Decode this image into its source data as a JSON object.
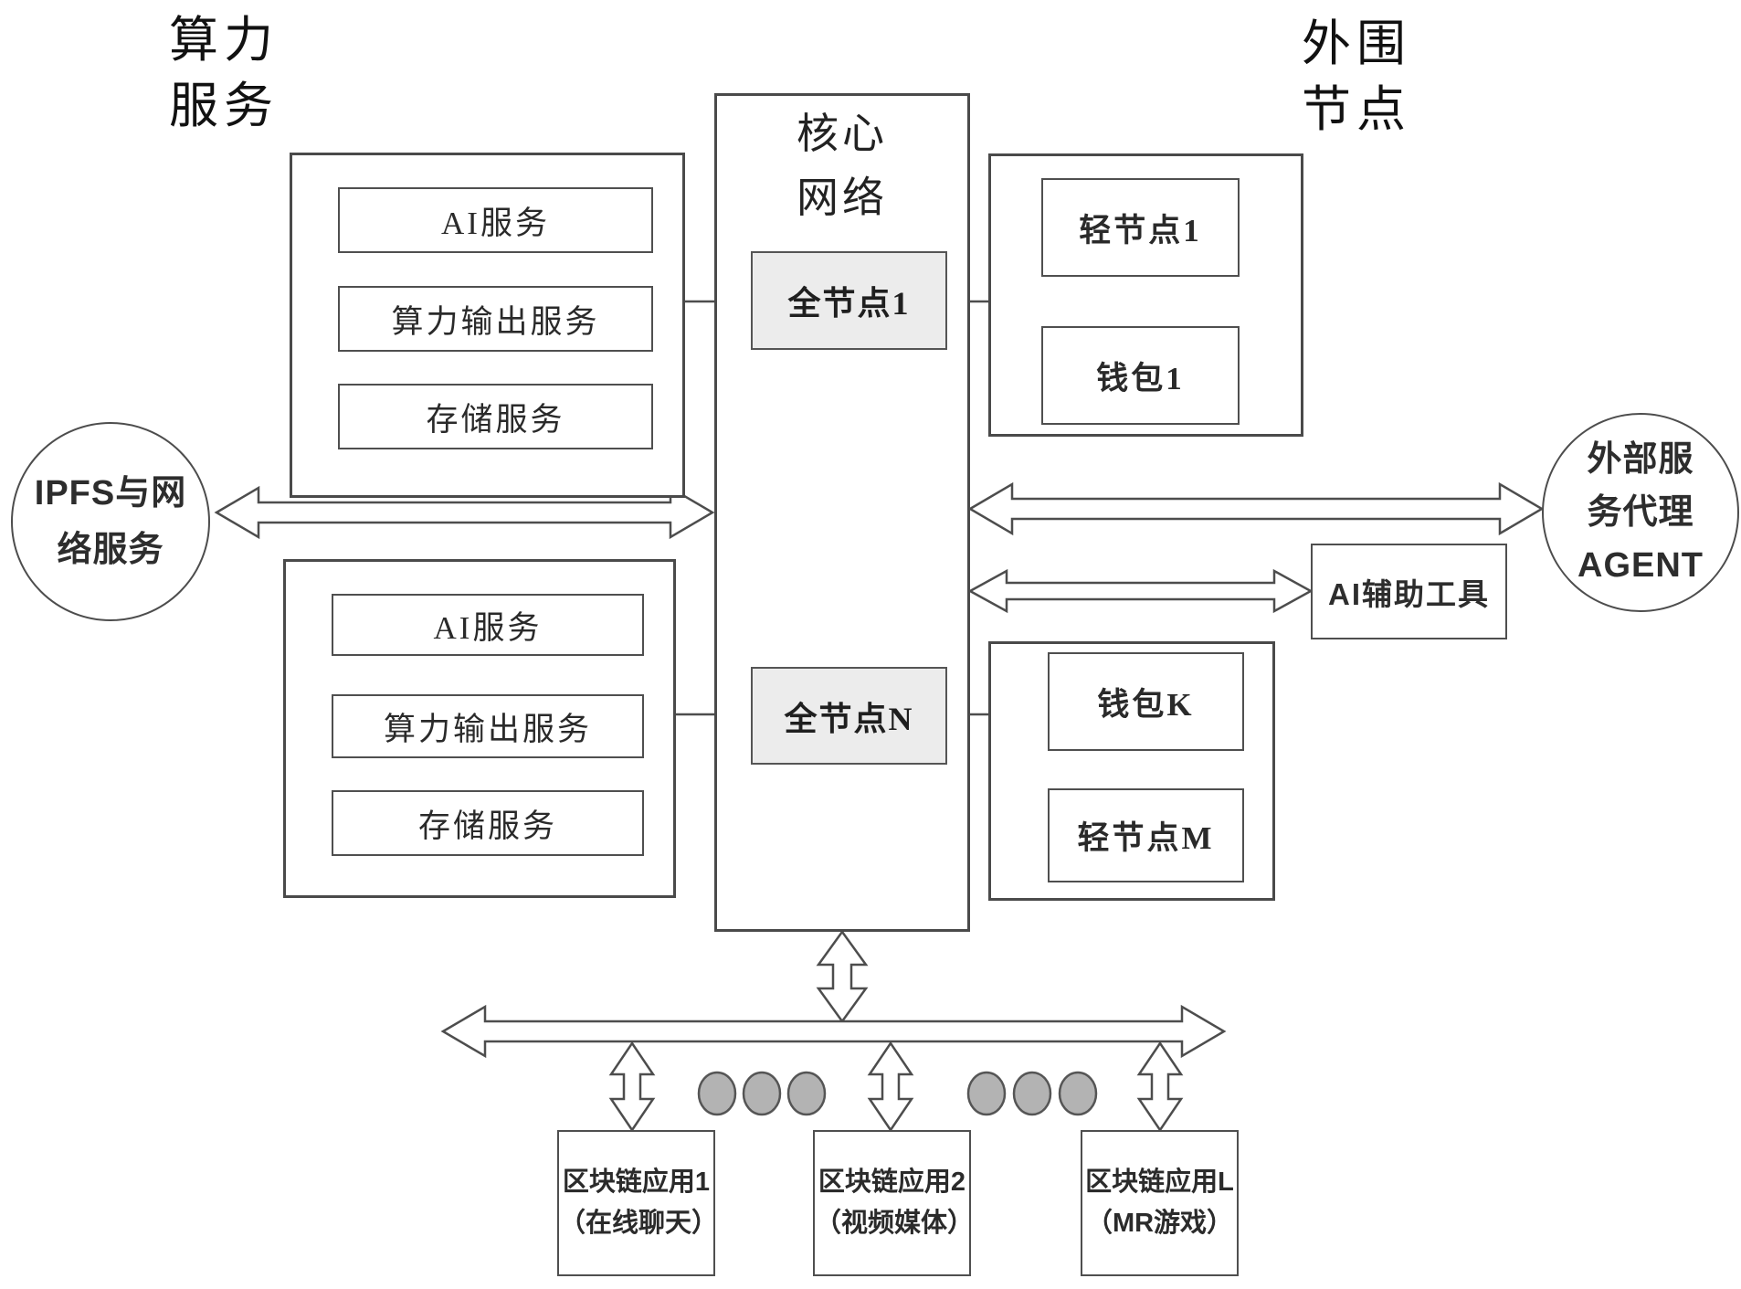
{
  "header_left": {
    "line1": "算力",
    "line2": "服务"
  },
  "header_right": {
    "line1": "外围",
    "line2": "节点"
  },
  "core": {
    "title_line1": "核心",
    "title_line2": "网络",
    "full_node_1": "全节点1",
    "full_node_n": "全节点N"
  },
  "compute_service_top": {
    "items": [
      "AI服务",
      "算力输出服务",
      "存储服务"
    ]
  },
  "compute_service_bottom": {
    "items": [
      "AI服务",
      "算力输出服务",
      "存储服务"
    ]
  },
  "ipfs_circle": {
    "line1": "IPFS与网",
    "line2": "络服务"
  },
  "agent_circle": {
    "line1": "外部服",
    "line2": "务代理",
    "line3": "AGENT"
  },
  "ai_tool_label": "AI辅助工具",
  "peripheral_top": {
    "light_node": "轻节点1",
    "wallet": "钱包1"
  },
  "peripheral_bottom": {
    "wallet": "钱包K",
    "light_node": "轻节点M"
  },
  "apps": [
    {
      "line1": "区块链应用1",
      "line2": "（在线聊天）"
    },
    {
      "line1": "区块链应用2",
      "line2": "（视频媒体）"
    },
    {
      "line1": "区块链应用L",
      "line2": "（MR游戏）"
    }
  ],
  "colors": {
    "line": "#4d4d4d",
    "node_fill": "#ececec",
    "dot_fill": "#b3b3b3",
    "background": "#ffffff"
  }
}
